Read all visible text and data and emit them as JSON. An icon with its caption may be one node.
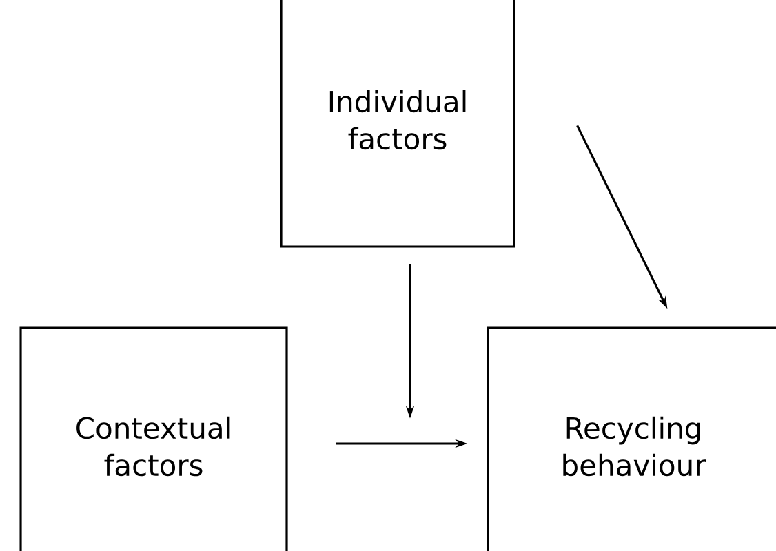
{
  "diagram": {
    "nodes": [
      {
        "text": [
          "Individual factors"
        ]
      },
      {
        "text": [
          "Contextual factors"
        ]
      },
      {
        "text": [
          "Recycling behaviour"
        ]
      }
    ],
    "edges": [
      {
        "from": 0,
        "to": 2,
        "arrow": "to"
      },
      {
        "from": 0,
        "to": null,
        "arrow": "to"
      },
      {
        "from": 1,
        "to": 2,
        "arrow": "to"
      }
    ]
  }
}
